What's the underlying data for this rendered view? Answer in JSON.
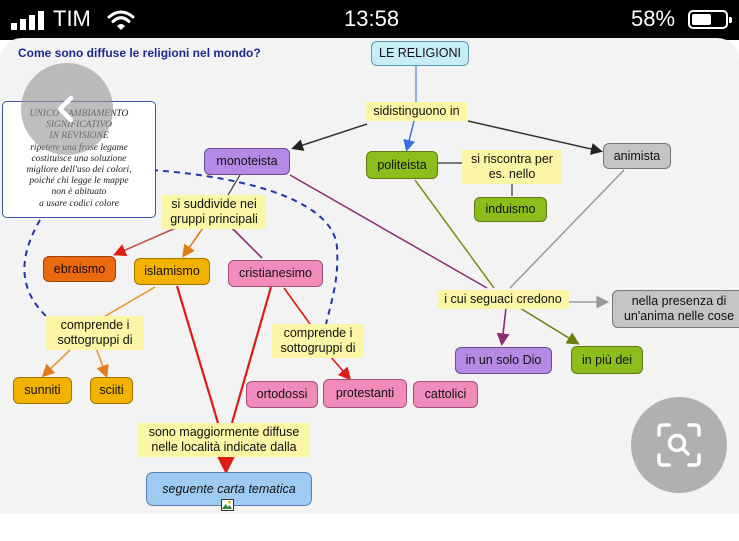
{
  "status_bar": {
    "carrier": "TIM",
    "time": "13:58",
    "battery": "58%",
    "battery_level": 0.58,
    "icons": [
      "signal-icon",
      "wifi-icon",
      "battery-icon"
    ]
  },
  "diagram": {
    "title": "Come sono diffuse le religioni nel mondo?",
    "note": [
      "UNICO CAMBIAMENTO",
      "SIGNIFICATIVO",
      "IN REVISIONE",
      "ripetere una frase legame",
      "costituisce una soluzione",
      "migliore dell'uso dei colori,",
      "poiché chi legge le mappe",
      "non è abituato",
      "a usare codici colore"
    ],
    "nodes": {
      "root": "LE RELIGIONI",
      "monoteista": "monoteista",
      "politeista": "politeista",
      "animista": "animista",
      "induismo": "induismo",
      "ebraismo": "ebraismo",
      "islamismo": "islamismo",
      "cristianesimo": "cristianesimo",
      "sunniti": "sunniti",
      "sciiti": "sciiti",
      "ortodossi": "ortodossi",
      "protestanti": "protestanti",
      "cattolici": "cattolici",
      "presenza": [
        "nella presenza di",
        "un'anima nelle cose"
      ],
      "solo_dio": "in un solo Dio",
      "piu_dei": "in più dei",
      "carta": "seguente carta tematica"
    },
    "links": {
      "distinguono": "sidistinguono in",
      "riscontra": [
        "si  riscontra per",
        "es. nello"
      ],
      "suddivide": [
        "si suddivide nei",
        "gruppi principali"
      ],
      "sottogruppi_1": [
        "comprende i",
        "sottogruppi di"
      ],
      "sottogruppi_2": [
        "comprende i",
        "sottogruppi di"
      ],
      "credono": "i cui seguaci credono",
      "diffuse": [
        "sono maggiormente diffuse",
        "nelle località indicate dalla"
      ]
    },
    "colors": {
      "accent_blue": "#1e2a8a",
      "cyan": "#c7eef6",
      "purple": "#b58ae6",
      "green": "#8dbd1d",
      "grey": "#c4c4c4",
      "orange": "#ec6a0f",
      "yellow": "#f3b200",
      "pink": "#f18bbc",
      "link_yellow": "#fbf5a6",
      "light_blue": "#9ecbf2"
    }
  },
  "controls": {
    "back": "back-arrow-icon",
    "lens": "lens-search-icon"
  }
}
